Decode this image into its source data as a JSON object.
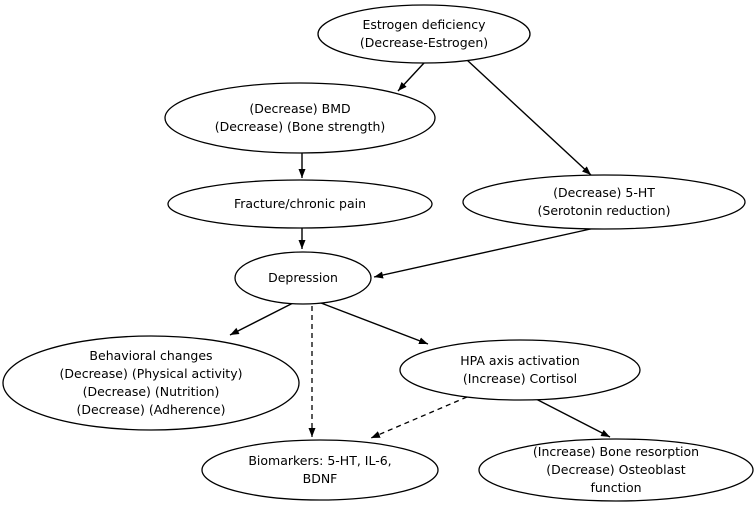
{
  "diagram": {
    "background_color": "#ffffff",
    "stroke_color": "#000000",
    "text_color": "#000000",
    "nodes": {
      "estrogen_deficiency": {
        "label": "Estrogen deficiency\n(Decrease-Estrogen)"
      },
      "bmd": {
        "label": "(Decrease) BMD\n(Decrease) (Bone strength)"
      },
      "fracture": {
        "label": "Fracture/chronic pain"
      },
      "serotonin": {
        "label": "(Decrease) 5-HT\n(Serotonin reduction)"
      },
      "depression": {
        "label": "Depression"
      },
      "behavioral_changes": {
        "label": "Behavioral changes\n(Decrease) (Physical activity)\n(Decrease) (Nutrition)\n(Decrease) (Adherence)"
      },
      "hpa_axis": {
        "label": "HPA axis activation\n(Increase) Cortisol"
      },
      "biomarkers": {
        "label": "Biomarkers: 5-HT, IL-6,\nBDNF"
      },
      "bone_resorption": {
        "label": "(Increase) Bone resorption\n(Decrease) Osteoblast\nfunction"
      }
    },
    "edges": [
      {
        "from": "estrogen_deficiency",
        "to": "bmd",
        "style": "solid"
      },
      {
        "from": "estrogen_deficiency",
        "to": "serotonin",
        "style": "solid"
      },
      {
        "from": "bmd",
        "to": "fracture",
        "style": "solid"
      },
      {
        "from": "fracture",
        "to": "depression",
        "style": "solid"
      },
      {
        "from": "serotonin",
        "to": "depression",
        "style": "solid"
      },
      {
        "from": "depression",
        "to": "behavioral_changes",
        "style": "solid"
      },
      {
        "from": "depression",
        "to": "hpa_axis",
        "style": "solid"
      },
      {
        "from": "depression",
        "to": "biomarkers",
        "style": "dashed"
      },
      {
        "from": "hpa_axis",
        "to": "biomarkers",
        "style": "dashed"
      },
      {
        "from": "hpa_axis",
        "to": "bone_resorption",
        "style": "solid"
      }
    ]
  }
}
